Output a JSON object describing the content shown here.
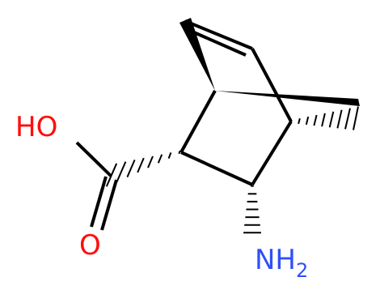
{
  "molecule": {
    "atoms": {
      "oh": {
        "label": "HO",
        "color": "#ff0d0d"
      },
      "o": {
        "label": "O",
        "color": "#ff0d0d"
      },
      "n": {
        "label": "NH",
        "subscript": "2",
        "color": "#3050f8"
      }
    },
    "bond_color": "#000000"
  }
}
